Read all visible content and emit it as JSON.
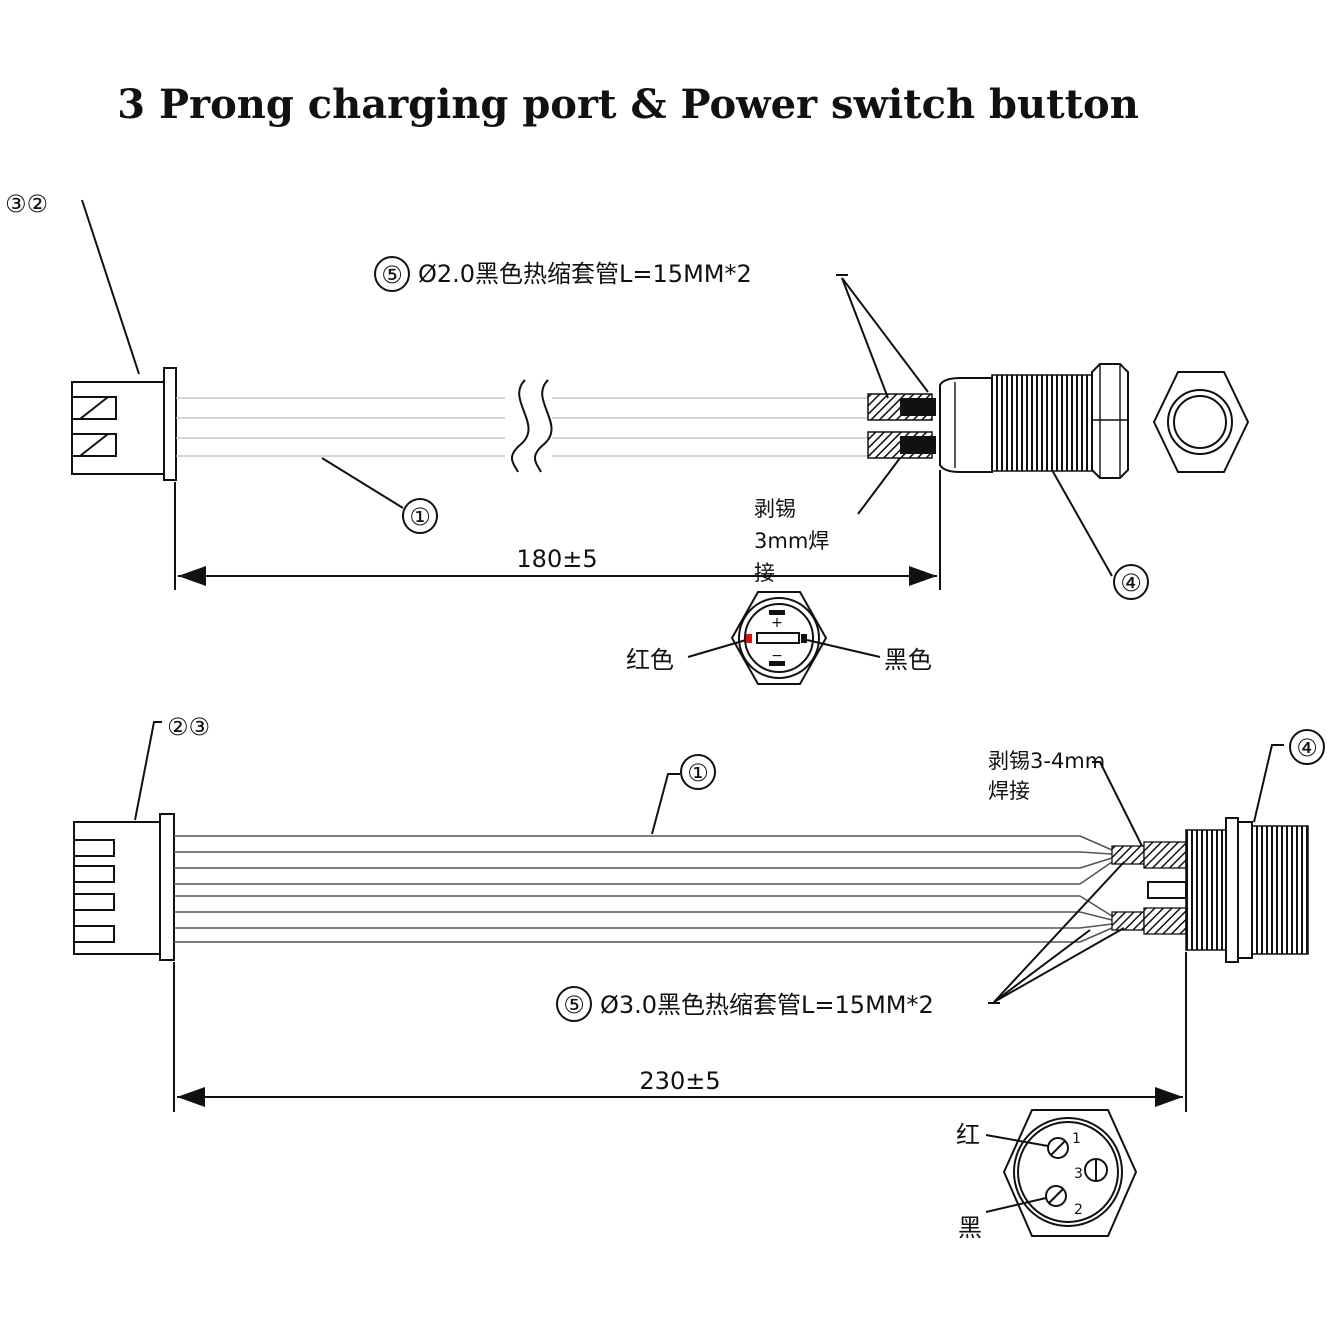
{
  "title": "3 Prong charging port & Power switch button",
  "top": {
    "connector_callout": "③②",
    "wire_callout": "①",
    "sleeve_callout_num": "⑤",
    "sleeve_callout_text": "Ø2.0黑色热缩套管L=15MM*2",
    "solder_note_line1": "剥锡",
    "solder_note_line2": "3mm焊",
    "solder_note_line3": "接",
    "dimension": "180±5",
    "switch_callout": "④",
    "face_plus": "+",
    "face_minus": "−",
    "red_label": "红色",
    "black_label": "黑色"
  },
  "bottom": {
    "connector_callout": "②③",
    "wire_callout": "①",
    "solder_note_line1": "剥锡3-4mm",
    "solder_note_line2": "焊接",
    "port_callout": "④",
    "sleeve_callout_num": "⑤",
    "sleeve_callout_text": "Ø3.0黑色热缩套管L=15MM*2",
    "dimension": "230±5",
    "pin1": "1",
    "pin2": "2",
    "pin3": "3",
    "red_label": "红",
    "black_label": "黑"
  },
  "colors": {
    "ink": "#111111",
    "wire": "#bdbdbd",
    "red_dot": "#e01010"
  }
}
